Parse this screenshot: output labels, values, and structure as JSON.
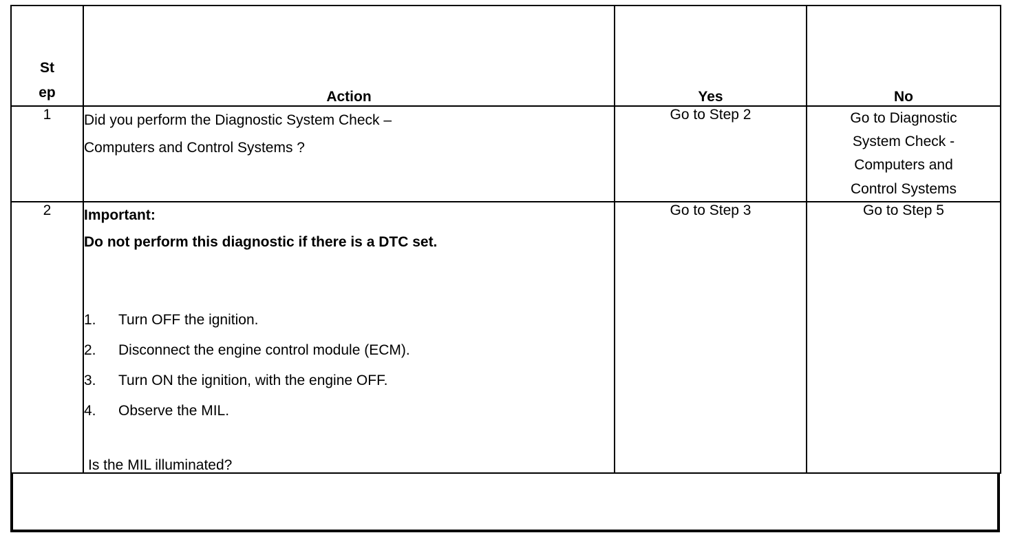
{
  "document": {
    "type": "diagnostic-procedure-table",
    "columns": [
      {
        "key": "step",
        "label_line1": "St",
        "label_line2": "ep",
        "label_full": "Step"
      },
      {
        "key": "action",
        "label": "Action"
      },
      {
        "key": "yes",
        "label": "Yes"
      },
      {
        "key": "no",
        "label": "No"
      }
    ],
    "rows": [
      {
        "step": "1",
        "action": {
          "lines": [
            "Did you perform the Diagnostic System Check –",
            "Computers and Control Systems ?"
          ]
        },
        "yes": "Go to Step 2",
        "no_lines": [
          "Go to Diagnostic",
          "System Check -",
          "Computers and",
          "Control Systems"
        ]
      },
      {
        "step": "2",
        "action": {
          "important_heading": "Important:",
          "important_text": "Do not perform this diagnostic if there is a DTC set.",
          "numbered_steps": [
            {
              "num": "1.",
              "text": "Turn OFF the ignition."
            },
            {
              "num": "2.",
              "text": "Disconnect the engine control module (ECM)."
            },
            {
              "num": "3.",
              "text": "Turn ON the ignition, with the engine OFF."
            },
            {
              "num": "4.",
              "text": "Observe the MIL."
            }
          ],
          "final_question": "Is the MIL illuminated?"
        },
        "yes": "Go to Step 3",
        "no": "Go to Step 5"
      }
    ]
  },
  "colors": {
    "background": "#ffffff",
    "text": "#000000",
    "border": "#000000"
  }
}
